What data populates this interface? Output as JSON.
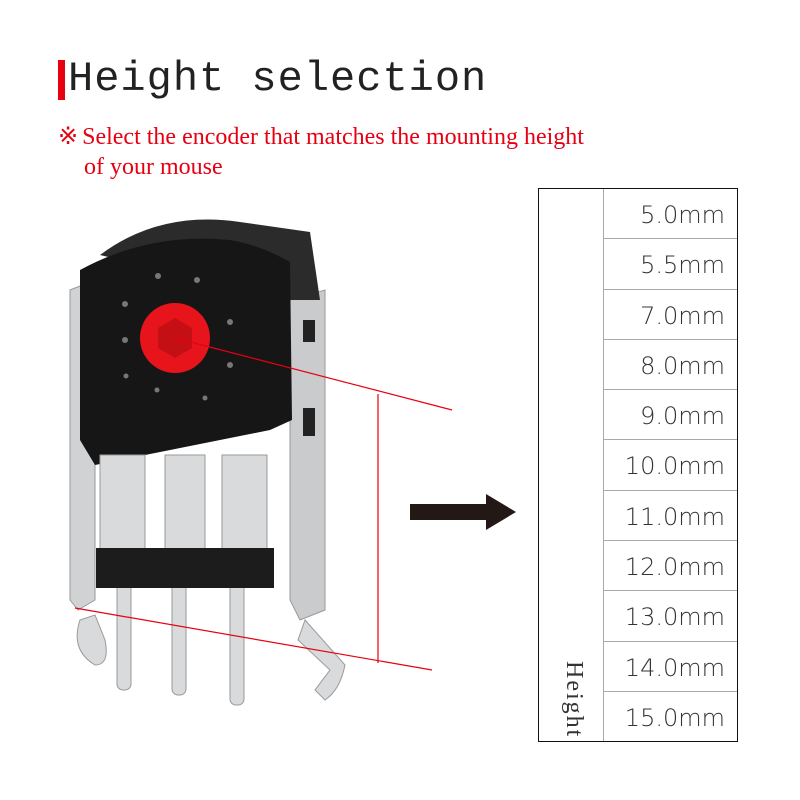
{
  "header": {
    "title": "Height selection",
    "accent_color": "#e60012"
  },
  "note": {
    "mark": "※",
    "line1": "Select the encoder that matches the mounting height",
    "line2": "of your mouse"
  },
  "table": {
    "label": "Height",
    "rows": [
      "5.0mm",
      "5.5mm",
      "7.0mm",
      "8.0mm",
      "9.0mm",
      "10.0mm",
      "11.0mm",
      "12.0mm",
      "13.0mm",
      "14.0mm",
      "15.0mm"
    ]
  },
  "illustration": {
    "subject": "mouse-scroll-encoder",
    "knob_color": "#e8141c",
    "body_color": "#1a1a1a",
    "metal_color": "#c8cacc",
    "guide_line_color": "#e60012",
    "arrow_color": "#231815"
  }
}
